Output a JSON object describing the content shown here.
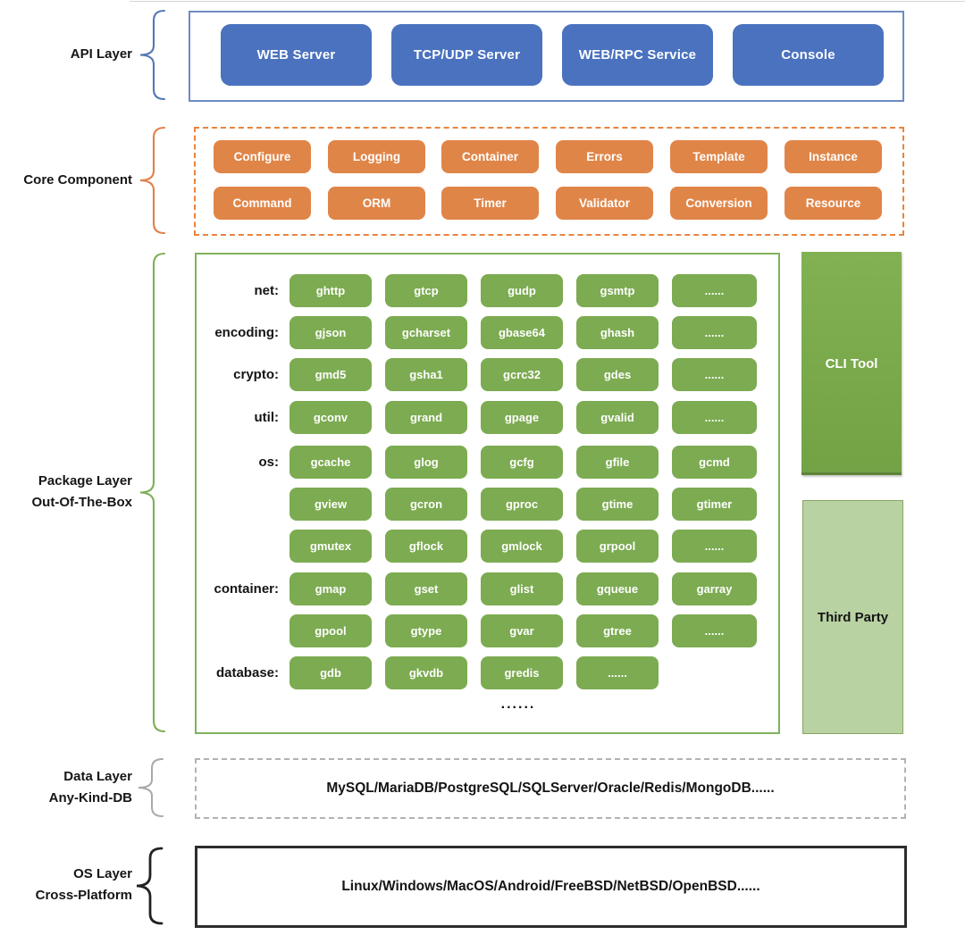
{
  "palette": {
    "blue_button": "#4a72bf",
    "blue_border": "#6f8bc3",
    "orange_button": "#e08548",
    "orange_border": "#e8843f",
    "green_button": "#7cab51",
    "green_border": "#7fb25e",
    "cli_green": "#77a549",
    "third_party_green": "#b9d2a2",
    "data_border_gray": "#b3b3b3",
    "os_border_black": "#2d2d2d"
  },
  "api_layer": {
    "label": "API Layer",
    "items": [
      "WEB Server",
      "TCP/UDP Server",
      "WEB/RPC Service",
      "Console"
    ]
  },
  "core_component": {
    "label": "Core Component",
    "rows": [
      [
        "Configure",
        "Logging",
        "Container",
        "Errors",
        "Template",
        "Instance"
      ],
      [
        "Command",
        "ORM",
        "Timer",
        "Validator",
        "Conversion",
        "Resource"
      ]
    ]
  },
  "package_layer": {
    "label_line1": "Package Layer",
    "label_line2": "Out-Of-The-Box",
    "rows": [
      {
        "label": "net:",
        "items": [
          "ghttp",
          "gtcp",
          "gudp",
          "gsmtp",
          "......"
        ]
      },
      {
        "label": "encoding:",
        "items": [
          "gjson",
          "gcharset",
          "gbase64",
          "ghash",
          "......"
        ]
      },
      {
        "label": "crypto:",
        "items": [
          "gmd5",
          "gsha1",
          "gcrc32",
          "gdes",
          "......"
        ]
      },
      {
        "label": "util:",
        "items": [
          "gconv",
          "grand",
          "gpage",
          "gvalid",
          "......"
        ]
      },
      {
        "label": "os:",
        "items": [
          "gcache",
          "glog",
          "gcfg",
          "gfile",
          "gcmd"
        ]
      },
      {
        "label": "",
        "items": [
          "gview",
          "gcron",
          "gproc",
          "gtime",
          "gtimer"
        ]
      },
      {
        "label": "",
        "items": [
          "gmutex",
          "gflock",
          "gmlock",
          "grpool",
          "......"
        ]
      },
      {
        "label": "container:",
        "items": [
          "gmap",
          "gset",
          "glist",
          "gqueue",
          "garray"
        ]
      },
      {
        "label": "",
        "items": [
          "gpool",
          "gtype",
          "gvar",
          "gtree",
          "......"
        ]
      },
      {
        "label": "database:",
        "items": [
          "gdb",
          "gkvdb",
          "gredis",
          "......"
        ]
      }
    ],
    "more": "......",
    "cli_tool": "CLI Tool",
    "third_party": "Third Party"
  },
  "data_layer": {
    "label_line1": "Data Layer",
    "label_line2": "Any-Kind-DB",
    "content": "MySQL/MariaDB/PostgreSQL/SQLServer/Oracle/Redis/MongoDB......"
  },
  "os_layer": {
    "label_line1": "OS Layer",
    "label_line2": "Cross-Platform",
    "content": "Linux/Windows/MacOS/Android/FreeBSD/NetBSD/OpenBSD......"
  }
}
